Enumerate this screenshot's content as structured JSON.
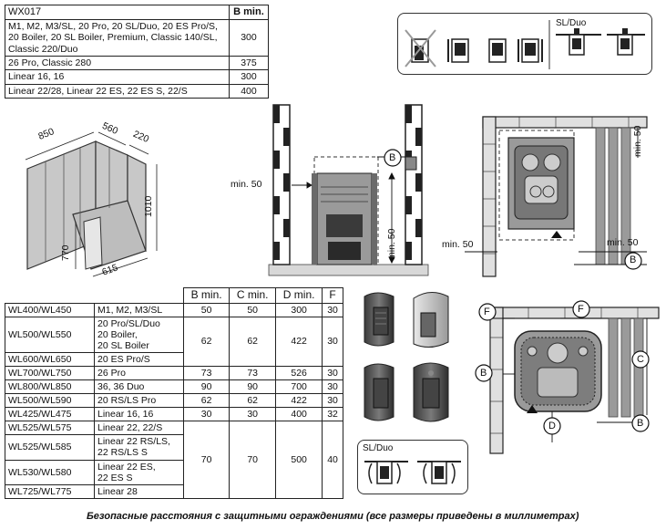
{
  "top_table": {
    "header": {
      "model": "WX017",
      "col": "B min."
    },
    "rows": [
      {
        "models": "M1, M2, M3/SL, 20 Pro, 20 SL/Duo, 20 ES Pro/S, 20 Boiler, 20 SL Boiler, Premium, Classic 140/SL, Classic 220/Duo",
        "b": "300"
      },
      {
        "models": "26 Pro, Classic 280",
        "b": "375"
      },
      {
        "models": "Linear 16, 16",
        "b": "300"
      },
      {
        "models": "Linear 22/28, Linear 22 ES, 22 ES S, 22/S",
        "b": "400"
      }
    ]
  },
  "room_sketch": {
    "dim_top_left": "850",
    "dim_top_mid": "560",
    "dim_top_right": "220",
    "dim_height": "1010",
    "dim_door": "770",
    "dim_bottom": "615"
  },
  "front_view": {
    "min50_left": "min. 50",
    "min50_vertical": "min. 50",
    "callout_b": "B"
  },
  "plan_view_top": {
    "min50_top": "min. 50",
    "min50_left": "min. 50",
    "min50_right": "min. 50",
    "callout_b": "B"
  },
  "icons_box": {
    "sl_duo_label": "SL/Duo"
  },
  "bottom_table": {
    "headers": [
      "B min.",
      "C min.",
      "D min.",
      "F"
    ],
    "rows": [
      {
        "model": "WL400/WL450",
        "stove": "M1, M2, M3/SL",
        "b": "50",
        "c": "50",
        "d": "300",
        "f": "30"
      },
      {
        "model": "WL500/WL550",
        "stove": "20 Pro/SL/Duo\n20 Boiler,\n20 SL Boiler",
        "b": "62",
        "c": "62",
        "d": "422",
        "f": "30"
      },
      {
        "model": "WL600/WL650",
        "stove": "20 ES Pro/S"
      },
      {
        "model": "WL700/WL750",
        "stove": "26 Pro",
        "b": "73",
        "c": "73",
        "d": "526",
        "f": "30"
      },
      {
        "model": "WL800/WL850",
        "stove": "36, 36 Duo",
        "b": "90",
        "c": "90",
        "d": "700",
        "f": "30"
      },
      {
        "model": "WL500/WL590",
        "stove": "20 RS/LS Pro",
        "b": "62",
        "c": "62",
        "d": "422",
        "f": "30"
      },
      {
        "model": "WL425/WL475",
        "stove": "Linear 16, 16",
        "b": "30",
        "c": "30",
        "d": "400",
        "f": "32"
      },
      {
        "model": "WL525/WL575",
        "stove": "Linear 22, 22/S"
      },
      {
        "model": "WL525/WL585",
        "stove": "Linear 22 RS/LS,\n22 RS/LS S"
      },
      {
        "model": "WL530/WL580",
        "stove": "Linear 22 ES,\n22 ES S"
      },
      {
        "model": "WL725/WL775",
        "stove": "Linear 28"
      }
    ],
    "merged_linear": {
      "b": "70",
      "c": "70",
      "d": "500",
      "f": "40"
    }
  },
  "sl_duo_box": {
    "label": "SL/Duo"
  },
  "plan_view_bottom": {
    "callout_f1": "F",
    "callout_f2": "F",
    "callout_c": "C",
    "callout_b_left": "B",
    "callout_b_right": "B",
    "callout_d": "D"
  },
  "caption": "Безопасные расстояния с защитными ограждениями (все размеры приведены в миллиметрах)"
}
